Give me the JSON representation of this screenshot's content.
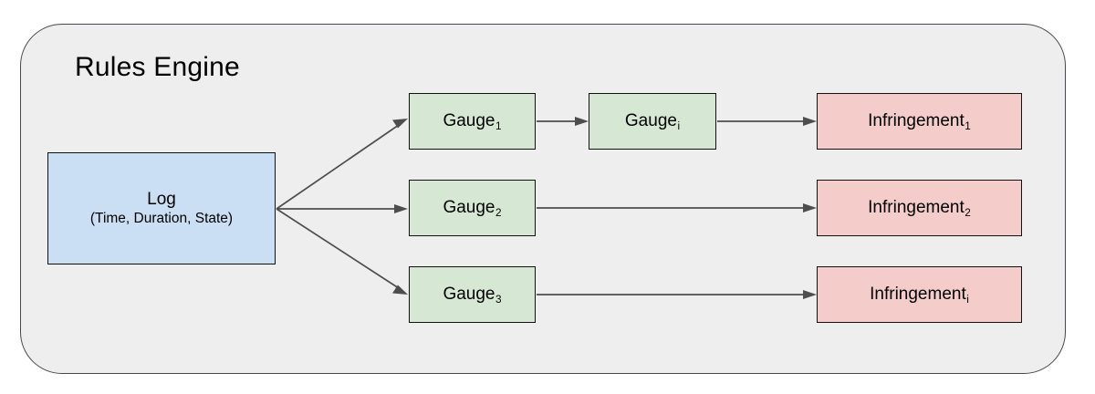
{
  "container": {
    "title": "Rules Engine",
    "background_color": "#eeeeee",
    "border_color": "#46494d"
  },
  "palette": {
    "log_fill": "#cbdff4",
    "gauge_fill": "#d6e8d4",
    "infringement_fill": "#f4ccca",
    "node_border": "#111111",
    "edge_color": "#4d4d4d",
    "page_background": "#ffffff"
  },
  "nodes": {
    "log": {
      "title": "Log",
      "subtitle": "(Time, Duration, State)"
    },
    "gauge_1": {
      "base": "Gauge",
      "subscript": "1"
    },
    "gauge_i": {
      "base": "Gauge",
      "subscript": "i"
    },
    "gauge_2": {
      "base": "Gauge",
      "subscript": "2"
    },
    "gauge_3": {
      "base": "Gauge",
      "subscript": "3"
    },
    "infringement_1": {
      "base": "Infringement",
      "subscript": "1"
    },
    "infringement_2": {
      "base": "Infringement",
      "subscript": "2"
    },
    "infringement_i": {
      "base": "Infringement",
      "subscript": "i"
    }
  },
  "edges": [
    {
      "from": "log",
      "to": "gauge_1"
    },
    {
      "from": "log",
      "to": "gauge_2"
    },
    {
      "from": "log",
      "to": "gauge_3"
    },
    {
      "from": "gauge_1",
      "to": "gauge_i"
    },
    {
      "from": "gauge_i",
      "to": "infringement_1"
    },
    {
      "from": "gauge_2",
      "to": "infringement_2"
    },
    {
      "from": "gauge_3",
      "to": "infringement_i"
    }
  ]
}
